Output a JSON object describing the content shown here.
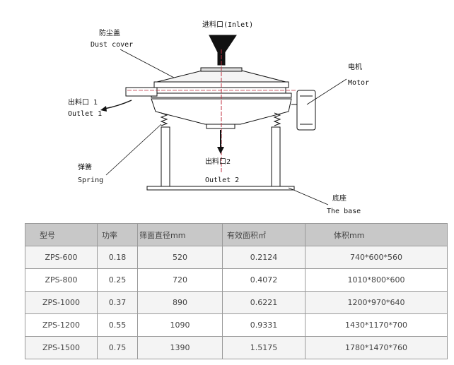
{
  "diagram": {
    "inlet": "进料口(Inlet)",
    "dust_cover_cn": "防尘盖",
    "dust_cover_en": "Dust cover",
    "motor_cn": "电机",
    "motor_en": "Motor",
    "outlet1_cn": "出料口 1",
    "outlet1_en": "Outlet 1",
    "outlet2_cn": "出料口2",
    "outlet2_en": "Outlet 2",
    "spring_cn": "弹簧",
    "spring_en": "Spring",
    "base_cn": "底座",
    "base_en": "The base"
  },
  "table": {
    "headers": [
      "型号",
      "功率",
      "筛面直径mm",
      "有效面积㎡",
      "体积mm"
    ],
    "rows": [
      [
        "ZPS-600",
        "0.18",
        "520",
        "0.2124",
        "740*600*560"
      ],
      [
        "ZPS-800",
        "0.25",
        "720",
        "0.4072",
        "1010*800*600"
      ],
      [
        "ZPS-1000",
        "0.37",
        "890",
        "0.6221",
        "1200*970*640"
      ],
      [
        "ZPS-1200",
        "0.55",
        "1090",
        "0.9331",
        "1430*1170*700"
      ],
      [
        "ZPS-1500",
        "0.75",
        "1390",
        "1.5175",
        "1780*1470*760"
      ]
    ]
  }
}
